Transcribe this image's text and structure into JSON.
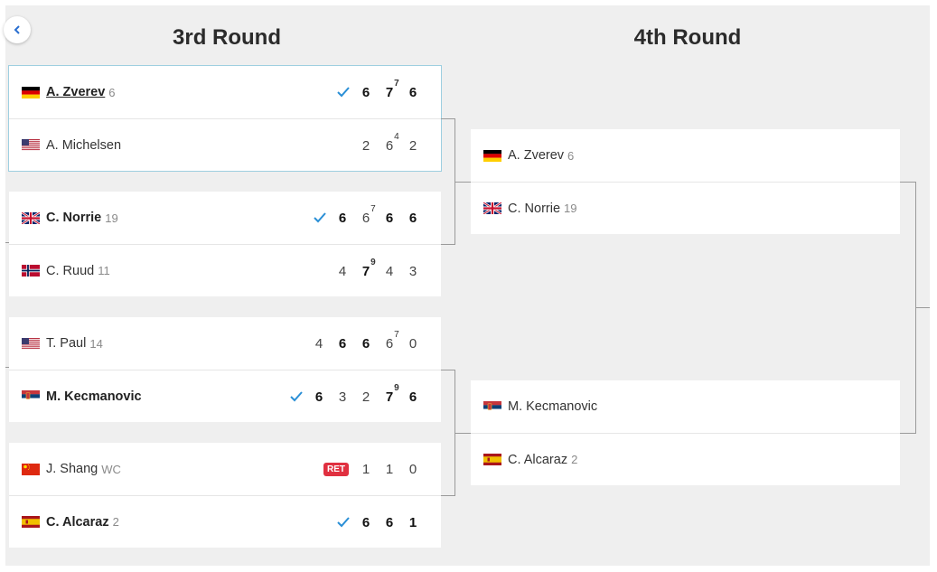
{
  "nav": {
    "back_icon": "chevron-left-icon"
  },
  "rounds": [
    {
      "title": "3rd Round"
    },
    {
      "title": "4th Round"
    }
  ],
  "third_round": [
    {
      "selected": true,
      "players": [
        {
          "name": "A. Zverev",
          "seed": "6",
          "flag": "de",
          "winner": true,
          "underline": true,
          "check": true,
          "ret": false,
          "scores": [
            {
              "v": "6",
              "b": true,
              "t": ""
            },
            {
              "v": "7",
              "b": true,
              "t": "7"
            },
            {
              "v": "6",
              "b": true,
              "t": ""
            }
          ]
        },
        {
          "name": "A. Michelsen",
          "seed": "",
          "flag": "us",
          "winner": false,
          "underline": false,
          "check": false,
          "ret": false,
          "scores": [
            {
              "v": "2",
              "b": false,
              "t": ""
            },
            {
              "v": "6",
              "b": false,
              "t": "4"
            },
            {
              "v": "2",
              "b": false,
              "t": ""
            }
          ]
        }
      ]
    },
    {
      "selected": false,
      "players": [
        {
          "name": "C. Norrie",
          "seed": "19",
          "flag": "gb",
          "winner": true,
          "underline": false,
          "check": true,
          "ret": false,
          "scores": [
            {
              "v": "6",
              "b": true,
              "t": ""
            },
            {
              "v": "6",
              "b": false,
              "t": "7"
            },
            {
              "v": "6",
              "b": true,
              "t": ""
            },
            {
              "v": "6",
              "b": true,
              "t": ""
            }
          ]
        },
        {
          "name": "C. Ruud",
          "seed": "11",
          "flag": "no",
          "winner": false,
          "underline": false,
          "check": false,
          "ret": false,
          "scores": [
            {
              "v": "4",
              "b": false,
              "t": ""
            },
            {
              "v": "7",
              "b": true,
              "t": "9"
            },
            {
              "v": "4",
              "b": false,
              "t": ""
            },
            {
              "v": "3",
              "b": false,
              "t": ""
            }
          ]
        }
      ]
    },
    {
      "selected": false,
      "players": [
        {
          "name": "T. Paul",
          "seed": "14",
          "flag": "us",
          "winner": false,
          "underline": false,
          "check": false,
          "ret": false,
          "scores": [
            {
              "v": "4",
              "b": false,
              "t": ""
            },
            {
              "v": "6",
              "b": true,
              "t": ""
            },
            {
              "v": "6",
              "b": true,
              "t": ""
            },
            {
              "v": "6",
              "b": false,
              "t": "7"
            },
            {
              "v": "0",
              "b": false,
              "t": ""
            }
          ]
        },
        {
          "name": "M. Kecmanovic",
          "seed": "",
          "flag": "rs",
          "winner": true,
          "underline": false,
          "check": true,
          "ret": false,
          "scores": [
            {
              "v": "6",
              "b": true,
              "t": ""
            },
            {
              "v": "3",
              "b": false,
              "t": ""
            },
            {
              "v": "2",
              "b": false,
              "t": ""
            },
            {
              "v": "7",
              "b": true,
              "t": "9"
            },
            {
              "v": "6",
              "b": true,
              "t": ""
            }
          ]
        }
      ]
    },
    {
      "selected": false,
      "players": [
        {
          "name": "J. Shang",
          "seed": "WC",
          "flag": "cn",
          "winner": false,
          "underline": false,
          "check": false,
          "ret": true,
          "ret_label": "RET",
          "scores": [
            {
              "v": "1",
              "b": false,
              "t": ""
            },
            {
              "v": "1",
              "b": false,
              "t": ""
            },
            {
              "v": "0",
              "b": false,
              "t": ""
            }
          ]
        },
        {
          "name": "C. Alcaraz",
          "seed": "2",
          "flag": "es",
          "winner": true,
          "underline": false,
          "check": true,
          "ret": false,
          "scores": [
            {
              "v": "6",
              "b": true,
              "t": ""
            },
            {
              "v": "6",
              "b": true,
              "t": ""
            },
            {
              "v": "1",
              "b": true,
              "t": ""
            }
          ]
        }
      ]
    }
  ],
  "fourth_round": [
    {
      "players": [
        {
          "name": "A. Zverev",
          "seed": "6",
          "flag": "de"
        },
        {
          "name": "C. Norrie",
          "seed": "19",
          "flag": "gb"
        }
      ]
    },
    {
      "players": [
        {
          "name": "M. Kecmanovic",
          "seed": "",
          "flag": "rs"
        },
        {
          "name": "C. Alcaraz",
          "seed": "2",
          "flag": "es"
        }
      ]
    }
  ],
  "colors": {
    "check": "#2a8fd6",
    "ret": "#e03040",
    "line": "#9a9a9a"
  }
}
